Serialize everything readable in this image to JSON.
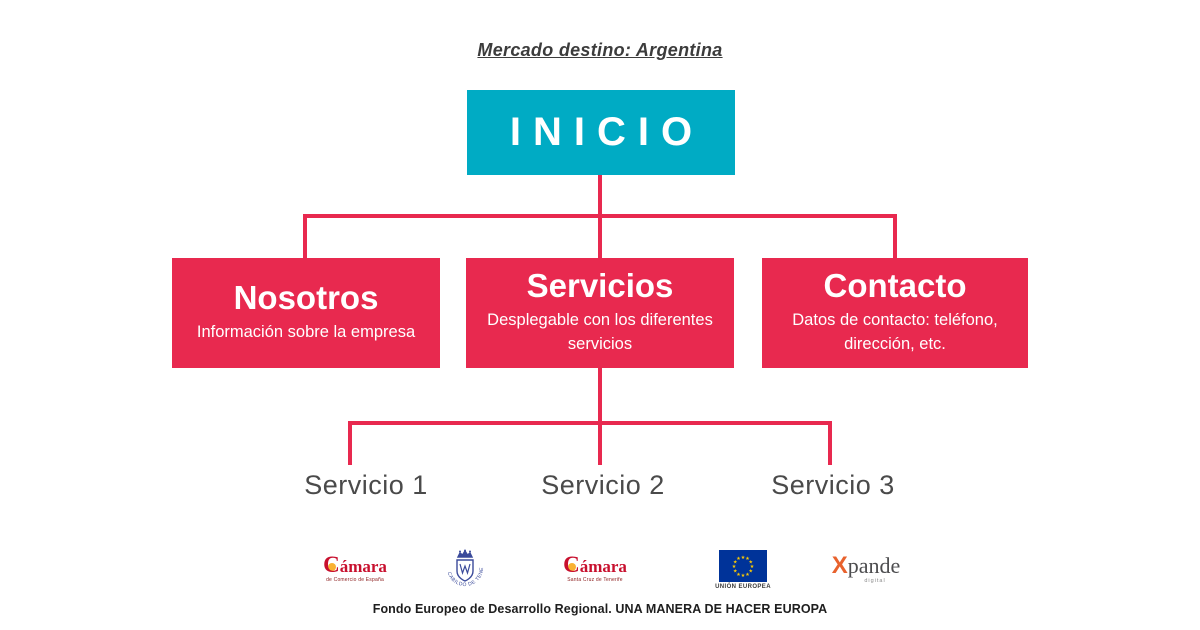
{
  "page": {
    "title": "Mercado destino: Argentina"
  },
  "sitemap": {
    "root": {
      "label": "INICIO"
    },
    "children": [
      {
        "label": "Nosotros",
        "description": "Información sobre la empresa"
      },
      {
        "label": "Servicios",
        "description": "Desplegable con los diferentes servicios"
      },
      {
        "label": "Contacto",
        "description": "Datos de contacto: teléfono, dirección, etc."
      }
    ],
    "services": [
      {
        "label": "Servicio 1"
      },
      {
        "label": "Servicio 2"
      },
      {
        "label": "Servicio 3"
      }
    ]
  },
  "footer": {
    "logos": {
      "camara_espana": {
        "word": "Cámara",
        "initial": "C",
        "rest": "ámara",
        "subtext": "de Comercio de España"
      },
      "cabildo": {
        "text": "CABILDO DE TENERIFE"
      },
      "camara_tenerife": {
        "word": "Cámara",
        "initial": "C",
        "rest": "ámara",
        "subtext": "Santa Cruz de Tenerife"
      },
      "union_europea": {
        "text": "UNIÓN EUROPEA"
      },
      "xpande": {
        "initial": "X",
        "rest": "pande",
        "subtext": "digital"
      }
    },
    "text": "Fondo Europeo de Desarrollo Regional. UNA MANERA DE HACER EUROPA"
  },
  "colors": {
    "node_teal": "#00abc4",
    "node_crimson": "#e8294f",
    "leaf_text": "#4a4a4a",
    "camara_red": "#c8102e",
    "camara_yellow": "#f9b233",
    "cabildo_blue": "#3b4b9b",
    "eu_blue": "#003399",
    "eu_star_yellow": "#ffcc00",
    "xpande_orange": "#e8622d"
  }
}
